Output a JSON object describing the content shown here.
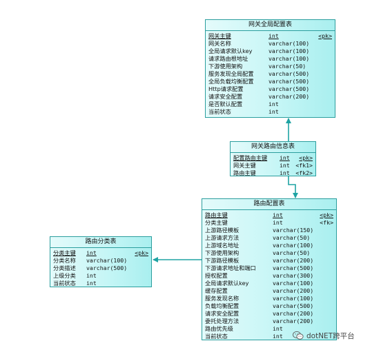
{
  "entities": {
    "gateway_config": {
      "title": "网关全局配置表",
      "fields": [
        {
          "name": "网关主键",
          "type": "int",
          "key": "<pk>",
          "pk": true
        },
        {
          "name": "网关名称",
          "type": "varchar(100)",
          "key": ""
        },
        {
          "name": "全局请求默认key",
          "type": "varchar(100)",
          "key": ""
        },
        {
          "name": "请求路由根地址",
          "type": "varchar(100)",
          "key": ""
        },
        {
          "name": "下游使用架构",
          "type": "varchar(50)",
          "key": ""
        },
        {
          "name": "服务发现全局配置",
          "type": "varchar(500)",
          "key": ""
        },
        {
          "name": "全局负载均衡配置",
          "type": "varchar(500)",
          "key": ""
        },
        {
          "name": "Http请求配置",
          "type": "varchar(500)",
          "key": ""
        },
        {
          "name": "请求安全配置",
          "type": "varchar(200)",
          "key": ""
        },
        {
          "name": "是否默认配置",
          "type": "int",
          "key": ""
        },
        {
          "name": "当前状态",
          "type": "int",
          "key": ""
        }
      ]
    },
    "gateway_route_info": {
      "title": "网关路由信息表",
      "fields": [
        {
          "name": "配置路由主键",
          "type": "int",
          "key": "<pk>",
          "pk": true
        },
        {
          "name": "网关主键",
          "type": "int",
          "key": "<fk1>"
        },
        {
          "name": "路由主键",
          "type": "int",
          "key": "<fk2>"
        }
      ]
    },
    "route_config": {
      "title": "路由配置表",
      "fields": [
        {
          "name": "路由主键",
          "type": "int",
          "key": "<pk>",
          "pk": true
        },
        {
          "name": "分类主键",
          "type": "int",
          "key": "<fk>"
        },
        {
          "name": "上游路径模板",
          "type": "varchar(150)",
          "key": ""
        },
        {
          "name": "上游请求方法",
          "type": "varchar(50)",
          "key": ""
        },
        {
          "name": "上游域名地址",
          "type": "varchar(100)",
          "key": ""
        },
        {
          "name": "下游使用架构",
          "type": "varchar(50)",
          "key": ""
        },
        {
          "name": "下游路径模板",
          "type": "varchar(200)",
          "key": ""
        },
        {
          "name": "下游请求地址和端口",
          "type": "varchar(500)",
          "key": ""
        },
        {
          "name": "授权配置",
          "type": "varchar(300)",
          "key": ""
        },
        {
          "name": "全局请求默认key",
          "type": "varchar(100)",
          "key": ""
        },
        {
          "name": "缓存配置",
          "type": "varchar(200)",
          "key": ""
        },
        {
          "name": "服务发现名称",
          "type": "varchar(100)",
          "key": ""
        },
        {
          "name": "负载均衡配置",
          "type": "varchar(500)",
          "key": ""
        },
        {
          "name": "请求安全配置",
          "type": "varchar(200)",
          "key": ""
        },
        {
          "name": "委托处理方法",
          "type": "varchar(200)",
          "key": ""
        },
        {
          "name": "路由优先级",
          "type": "int",
          "key": ""
        },
        {
          "name": "当前状态",
          "type": "int",
          "key": ""
        }
      ]
    },
    "route_category": {
      "title": "路由分类表",
      "fields": [
        {
          "name": "分类主键",
          "type": "int",
          "key": "<pk>",
          "pk": true
        },
        {
          "name": "分类名称",
          "type": "varchar(100)",
          "key": ""
        },
        {
          "name": "分类描述",
          "type": "varchar(500)",
          "key": ""
        },
        {
          "name": "上级分类",
          "type": "int",
          "key": ""
        },
        {
          "name": "当前状态",
          "type": "int",
          "key": ""
        }
      ]
    }
  },
  "colors": {
    "border": "#2a9d9d",
    "connector": "#1fa3a3",
    "fill": "#c6f6f6"
  },
  "watermark": {
    "text": "dotNET跨平台",
    "icon": "wechat-icon"
  }
}
